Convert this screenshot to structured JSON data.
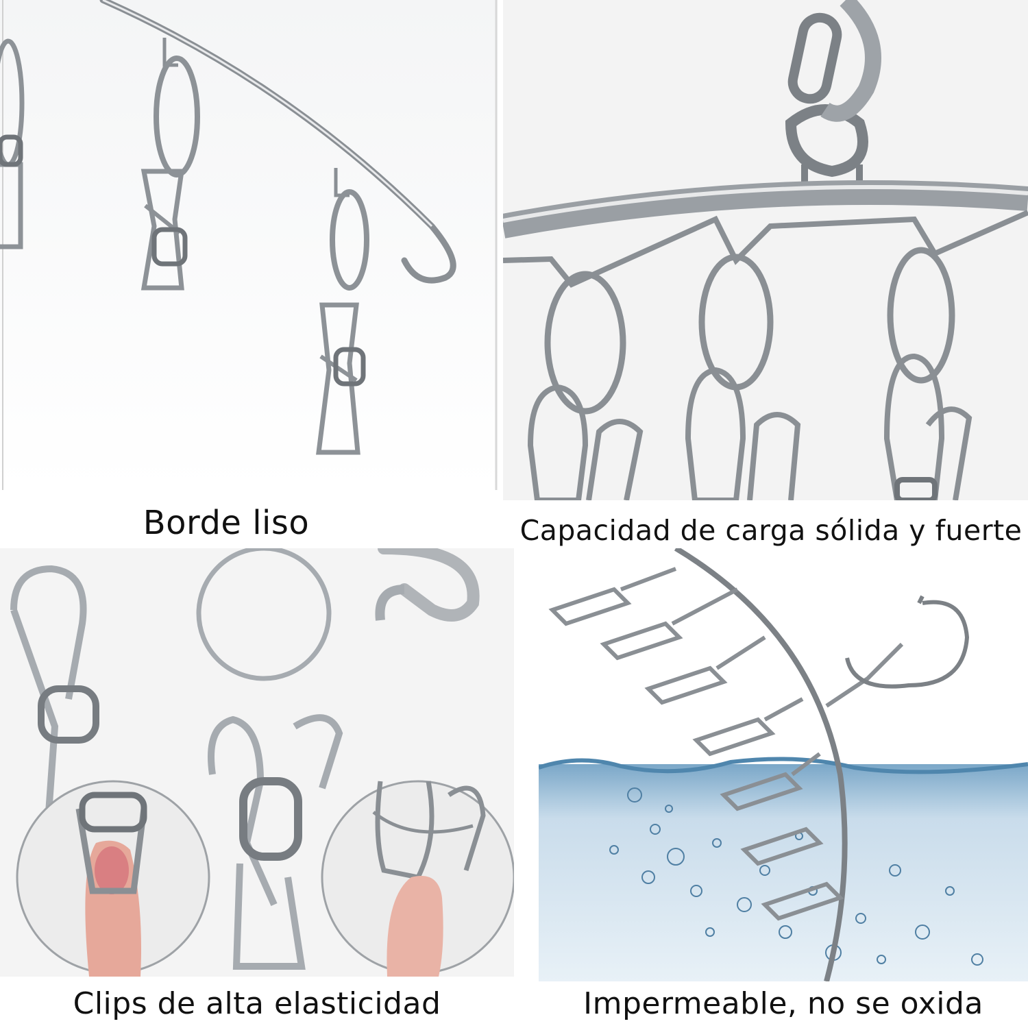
{
  "panels": [
    {
      "caption": "Borde liso"
    },
    {
      "caption": "Capacidad de carga sólida y fuerte"
    },
    {
      "caption": "Clips de alta elasticidad"
    },
    {
      "caption": "Impermeable, no se oxida"
    }
  ],
  "colors": {
    "background": "#ffffff",
    "steel": "#a9adb2",
    "steel_dark": "#6f7479",
    "water": "#5b8fb4",
    "water_light": "#c9dceb",
    "skin": "#e6a89a",
    "caption_text": "#111111"
  }
}
